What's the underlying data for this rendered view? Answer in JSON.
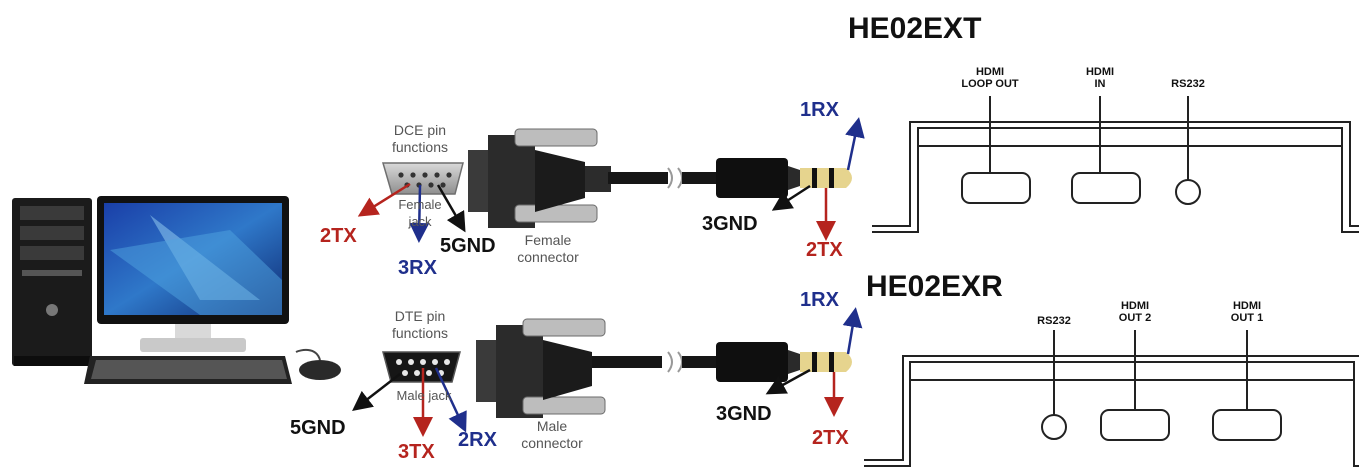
{
  "colors": {
    "rx": "#1f2f8c",
    "tx": "#b5241e",
    "gnd": "#111111",
    "label_gray": "#555555"
  },
  "dce": {
    "pin_functions": "DCE pin\nfunctions",
    "jack_label": "Female\njack",
    "connector_label": "Female\nconnector",
    "pins": {
      "tx": "2TX",
      "rx": "3RX",
      "gnd": "5GND"
    }
  },
  "dte": {
    "pin_functions": "DTE pin\nfunctions",
    "jack_label": "Male jack",
    "connector_label": "Male\nconnector",
    "pins": {
      "gnd": "5GND",
      "tx": "3TX",
      "rx": "2RX"
    }
  },
  "plug_top": {
    "rx": "1RX",
    "gnd": "3GND",
    "tx": "2TX"
  },
  "plug_bottom": {
    "rx": "1RX",
    "gnd": "3GND",
    "tx": "2TX"
  },
  "ext": {
    "title": "HE02EXT",
    "ports": [
      "HDMI\nLOOP OUT",
      "HDMI\nIN",
      "RS232"
    ]
  },
  "exr": {
    "title": "HE02EXR",
    "ports": [
      "RS232",
      "HDMI\nOUT 2",
      "HDMI\nOUT 1"
    ]
  }
}
